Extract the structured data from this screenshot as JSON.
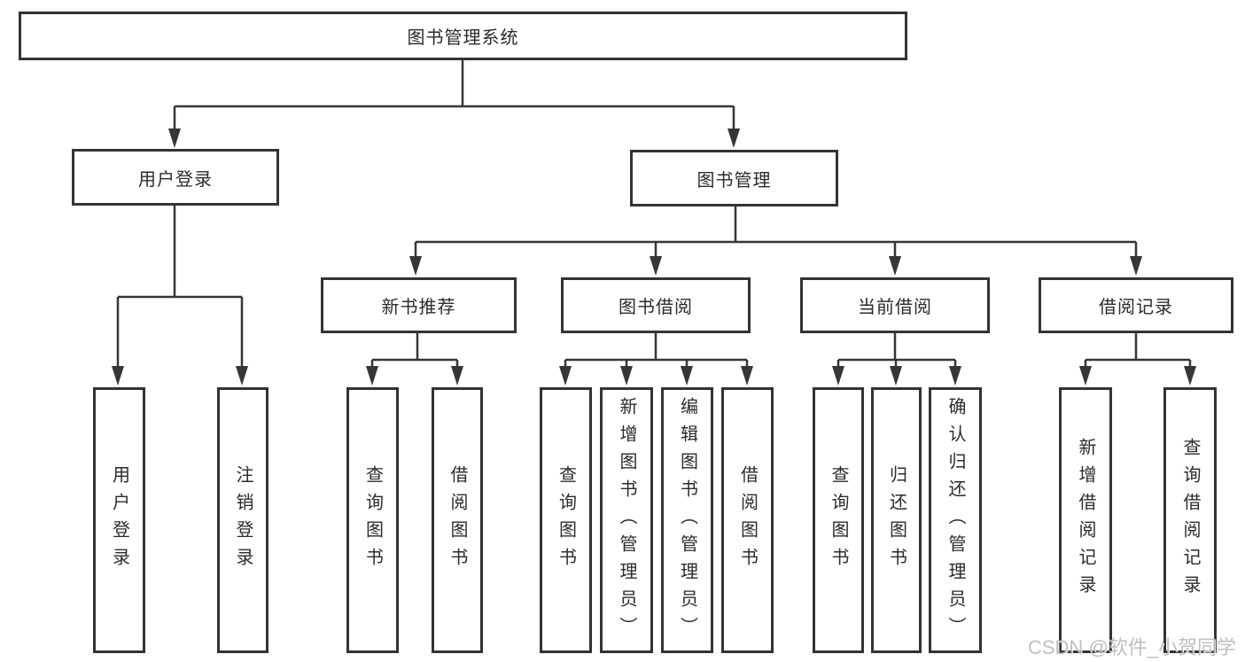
{
  "diagram": {
    "root": {
      "label": "图书管理系统"
    },
    "level2": [
      {
        "label": "用户登录"
      },
      {
        "label": "图书管理"
      }
    ],
    "level3": [
      {
        "label": "新书推荐"
      },
      {
        "label": "图书借阅"
      },
      {
        "label": "当前借阅"
      },
      {
        "label": "借阅记录"
      }
    ],
    "leaf_groups": [
      {
        "parent": "用户登录",
        "items": [
          "用户登录",
          "注销登录"
        ]
      },
      {
        "parent": "新书推荐",
        "items": [
          "查询图书",
          "借阅图书"
        ]
      },
      {
        "parent": "图书借阅",
        "items": [
          "查询图书",
          "新增图书（管理员）",
          "编辑图书（管理员）",
          "借阅图书"
        ]
      },
      {
        "parent": "当前借阅",
        "items": [
          "查询图书",
          "归还图书",
          "确认归还（管理员）"
        ]
      },
      {
        "parent": "借阅记录",
        "items": [
          "新增借阅记录",
          "查询借阅记录"
        ]
      }
    ]
  },
  "watermark": "CSDN @软件_小贺同学",
  "colors": {
    "line": "#363636",
    "border": "#333333",
    "text": "#2b2b2b",
    "watermark": "#b9b9b9",
    "background": "#ffffff"
  }
}
